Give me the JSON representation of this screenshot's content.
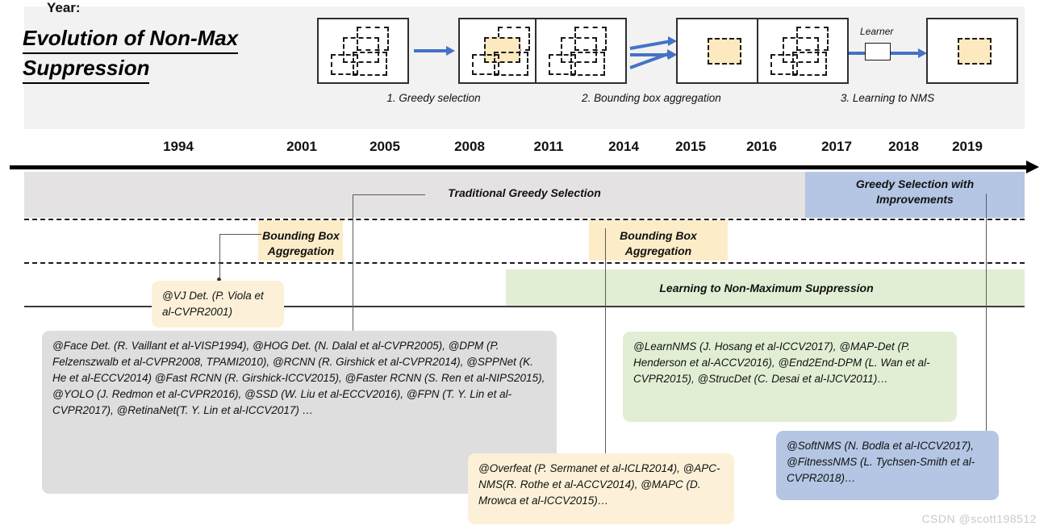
{
  "title": {
    "line1": "Evolution of Non-Max",
    "line2": "Suppression"
  },
  "concepts": [
    {
      "caption": "1. Greedy selection",
      "learner_label": null
    },
    {
      "caption": "2. Bounding box aggregation",
      "learner_label": null
    },
    {
      "caption": "3. Learning to NMS",
      "learner_label": "Learner"
    }
  ],
  "axis": {
    "label": "Year:",
    "years": [
      "1994",
      "2001",
      "2005",
      "2008",
      "2011",
      "2014",
      "2015",
      "2016",
      "2017",
      "2018",
      "2019"
    ]
  },
  "bands": {
    "traditional": {
      "label": "Traditional Greedy Selection",
      "color": "#e4e2e2"
    },
    "improvements": {
      "label_line1": "Greedy Selection with",
      "label_line2": "Improvements",
      "color": "#b4c6e4"
    },
    "bba_left": {
      "label_line1": "Bounding Box",
      "label_line2": "Aggregation",
      "color": "#fcecc8"
    },
    "bba_right": {
      "label_line1": "Bounding Box",
      "label_line2": "Aggregation",
      "color": "#fcecc8"
    },
    "learning": {
      "label": "Learning to Non-Maximum Suppression",
      "color": "#e2eed4"
    }
  },
  "callouts": {
    "vj": "@VJ Det. (P. Viola et al-CVPR2001)",
    "greedy_refs": "@Face Det. (R. Vaillant et al-VISP1994), @HOG Det. (N. Dalal et al-CVPR2005), @DPM (P. Felzenszwalb et al-CVPR2008, TPAMI2010), @RCNN (R. Girshick et al-CVPR2014), @SPPNet (K. He et al-ECCV2014) @Fast RCNN (R. Girshick-ICCV2015), @Faster RCNN (S. Ren et al-NIPS2015), @YOLO (J. Redmon et al-CVPR2016), @SSD (W. Liu et al-ECCV2016), @FPN (T. Y. Lin et al-CVPR2017), @RetinaNet(T. Y. Lin et al-ICCV2017) …",
    "learning_refs": "@LearnNMS (J. Hosang et al-ICCV2017), @MAP-Det (P. Henderson et al-ACCV2016), @End2End-DPM (L. Wan et al-CVPR2015), @StrucDet (C. Desai et al-IJCV2011)…",
    "aggregation_refs": "@Overfeat (P. Sermanet et al-ICLR2014), @APC-NMS(R. Rothe et al-ACCV2014), @MAPC (D. Mrowca et al-ICCV2015)…",
    "softnms_refs": "@SoftNMS (N. Bodla et al-ICCV2017), @FitnessNMS (L. Tychsen-Smith et al-CVPR2018)…"
  },
  "watermark": "CSDN @scott198512"
}
